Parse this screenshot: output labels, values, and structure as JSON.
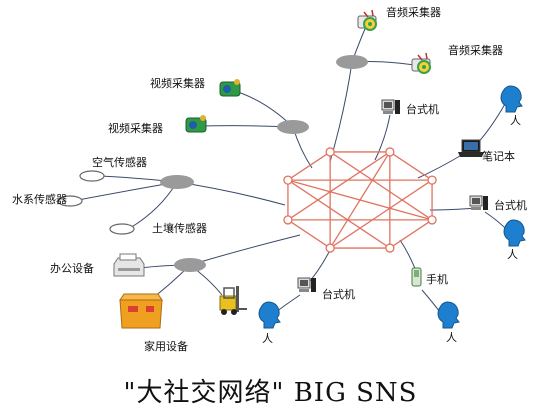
{
  "caption": "\"大社交网络\" BIG SNS",
  "labels": {
    "audio1": "音频采集器",
    "audio2": "音频采集器",
    "video1": "视频采集器",
    "video2": "视频采集器",
    "air": "空气传感器",
    "water": "水系传感器",
    "soil": "土壤传感器",
    "office": "办公设备",
    "home": "家用设备",
    "desktop_top": "台式机",
    "laptop": "笔记本",
    "desktop_right": "台式机",
    "phone": "手机",
    "desktop_bottom": "台式机",
    "person_top": "人",
    "person_right": "人",
    "person_phone": "人",
    "person_bottom": "人"
  },
  "colors": {
    "mesh": "#e0735f",
    "hub": "#9a9a9a",
    "line": "#3a4a6a",
    "person": "#1f7fcf",
    "sensor_ring": "#666666"
  },
  "icons": {
    "audio": "audio-collector-icon",
    "video": "video-camera-icon",
    "desktop": "desktop-computer-icon",
    "laptop": "laptop-icon",
    "phone": "mobile-phone-icon",
    "person": "person-head-icon",
    "printer": "printer-icon",
    "forklift": "forklift-icon",
    "toolbox": "toolbox-icon"
  }
}
